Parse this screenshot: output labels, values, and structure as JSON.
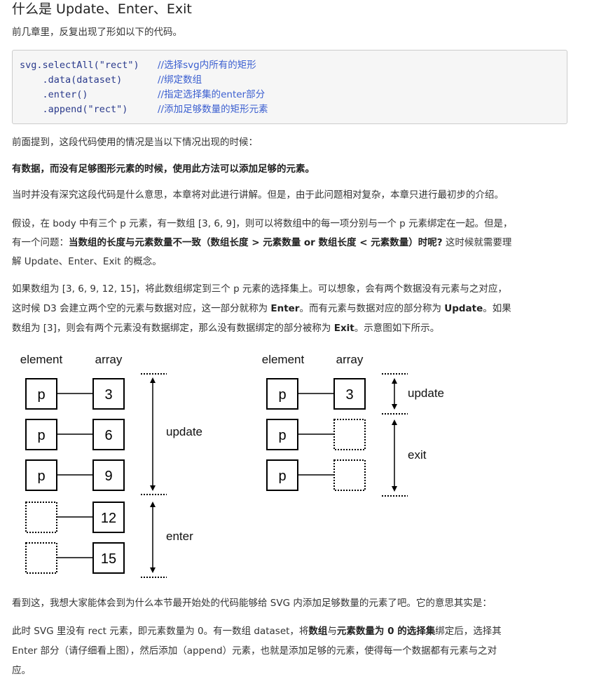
{
  "title": "什么是 Update、Enter、Exit",
  "intro": "前几章里，反复出现了形如以下的代码。",
  "code": [
    {
      "code": "svg.selectAll(\"rect\")",
      "comment": "//选择svg内所有的矩形"
    },
    {
      "code": "    .data(dataset)",
      "comment": "//绑定数组"
    },
    {
      "code": "    .enter()",
      "comment": "//指定选择集的enter部分"
    },
    {
      "code": "    .append(\"rect\")",
      "comment": "//添加足够数量的矩形元素"
    }
  ],
  "p1": "前面提到，这段代码使用的情况是当以下情况出现的时候：",
  "p2": "有数据，而没有足够图形元素的时候，使用此方法可以添加足够的元素。",
  "p3": "当时并没有深究这段代码是什么意思，本章将对此进行讲解。但是，由于此问题相对复杂，本章只进行最初步的介绍。",
  "p4": {
    "line1": "假设，在 body 中有三个 p 元素，有一数组 [3, 6, 9]，则可以将数组中的每一项分别与一个 p 元素绑定在一起。但是，",
    "line2_a": "有一个问题：",
    "line2_b": "当数组的长度与元素数量不一致（数组长度 > 元素数量 or 数组长度 < 元素数量）时呢?",
    "line2_c": " 这时候就需要理",
    "line3": "解 Update、Enter、Exit 的概念。"
  },
  "p5": {
    "line1": "如果数组为 [3, 6, 9, 12, 15]，将此数组绑定到三个 p 元素的选择集上。可以想象，会有两个数据没有元素与之对应，",
    "line2_a": "这时候 D3 会建立两个空的元素与数据对应，这一部分就称为 ",
    "line2_b": "Enter",
    "line2_c": "。而有元素与数据对应的部分称为 ",
    "line2_d": "Update",
    "line2_e": "。如果",
    "line3_a": "数组为 [3]，则会有两个元素没有数据绑定，那么没有数据绑定的部分被称为 ",
    "line3_b": "Exit",
    "line3_c": "。示意图如下所示。"
  },
  "diagram": {
    "left": {
      "element_header": "element",
      "array_header": "array",
      "rows": [
        {
          "element": "p",
          "value": "3"
        },
        {
          "element": "p",
          "value": "6"
        },
        {
          "element": "p",
          "value": "9"
        },
        {
          "element": "",
          "value": "12"
        },
        {
          "element": "",
          "value": "15"
        }
      ],
      "update_label": "update",
      "enter_label": "enter"
    },
    "right": {
      "element_header": "element",
      "array_header": "array",
      "rows": [
        {
          "element": "p",
          "value": "3"
        },
        {
          "element": "p",
          "value": ""
        },
        {
          "element": "p",
          "value": ""
        }
      ],
      "update_label": "update",
      "exit_label": "exit"
    }
  },
  "p6": "看到这，我想大家能体会到为什么本节最开始处的代码能够给 SVG 内添加足够数量的元素了吧。它的意思其实是：",
  "p7": {
    "line1_a": "此时 SVG 里没有 rect 元素，即元素数量为 0。有一数组 dataset，将",
    "line1_b": "数组",
    "line1_c": "与",
    "line1_d": "元素数量为 0 的选择集",
    "line1_e": "绑定后，选择其",
    "line2": "Enter 部分（请仔细看上图），然后添加（append）元素，也就是添加足够的元素，使得每一个数据都有元素与之对",
    "line3": "应。"
  }
}
